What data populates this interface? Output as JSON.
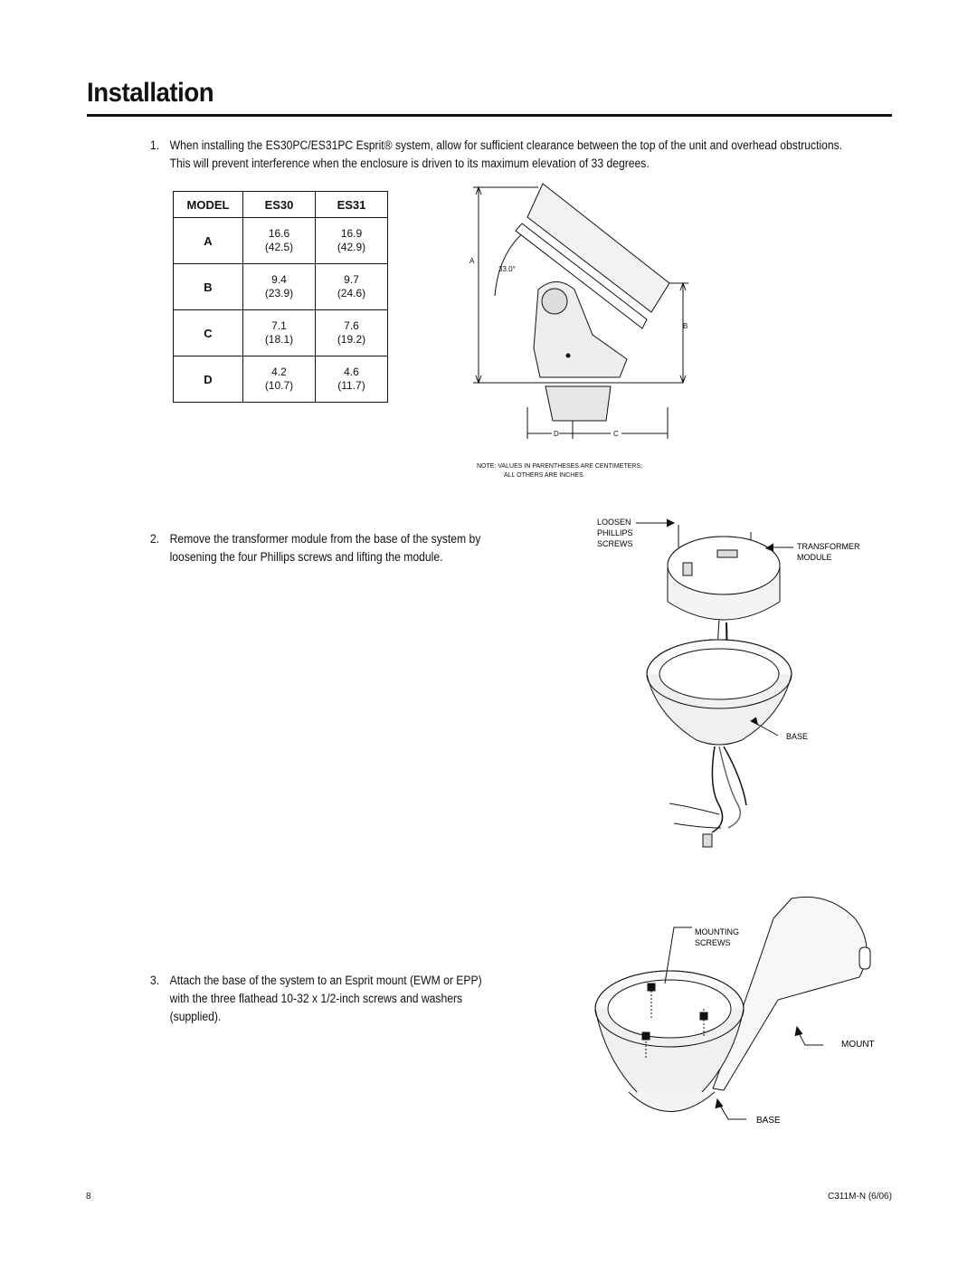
{
  "page": {
    "title": "Installation",
    "page_number": "8",
    "doc_code": "C311M-N (6/06)"
  },
  "steps": [
    {
      "num": "1.",
      "lines": [
        "When installing the ES30PC/ES31PC Esprit® system, allow for sufficient clearance between the top of the unit and overhead obstructions.",
        "This will prevent interference when the enclosure is driven to its maximum elevation of 33 degrees."
      ]
    },
    {
      "num": "2.",
      "lines": [
        "Remove the transformer module from the base of the system by",
        "loosening the four Phillips screws and lifting the module."
      ]
    },
    {
      "num": "3.",
      "lines": [
        "Attach the base of the system to an Esprit mount (EWM or EPP)",
        "with the three flathead 10-32 x 1/2-inch screws and washers",
        "(supplied)."
      ]
    }
  ],
  "table": {
    "headers": [
      "MODEL",
      "ES30",
      "ES31"
    ],
    "rows": [
      {
        "label": "A",
        "es30": "16.6",
        "es30_cm": "(42.5)",
        "es31": "16.9",
        "es31_cm": "(42.9)"
      },
      {
        "label": "B",
        "es30": "9.4",
        "es30_cm": "(23.9)",
        "es31": "9.7",
        "es31_cm": "(24.6)"
      },
      {
        "label": "C",
        "es30": "7.1",
        "es30_cm": "(18.1)",
        "es31": "7.6",
        "es31_cm": "(19.2)"
      },
      {
        "label": "D",
        "es30": "4.2",
        "es30_cm": "(10.7)",
        "es31": "4.6",
        "es31_cm": "(11.7)"
      }
    ]
  },
  "figure1": {
    "dim_a": "A",
    "dim_b": "B",
    "dim_c": "C",
    "dim_d": "D",
    "angle": "33.0°",
    "note_line1": "NOTE:  VALUES IN PARENTHESES ARE CENTIMETERS;",
    "note_line2": "ALL OTHERS ARE INCHES."
  },
  "figure2": {
    "loosen_1": "LOOSEN",
    "loosen_2": "PHILLIPS",
    "loosen_3": "SCREWS",
    "transformer_1": "TRANSFORMER",
    "transformer_2": "MODULE",
    "base": "BASE"
  },
  "figure3": {
    "mounting_1": "MOUNTING",
    "mounting_2": "SCREWS",
    "mount": "MOUNT",
    "base": "BASE"
  }
}
